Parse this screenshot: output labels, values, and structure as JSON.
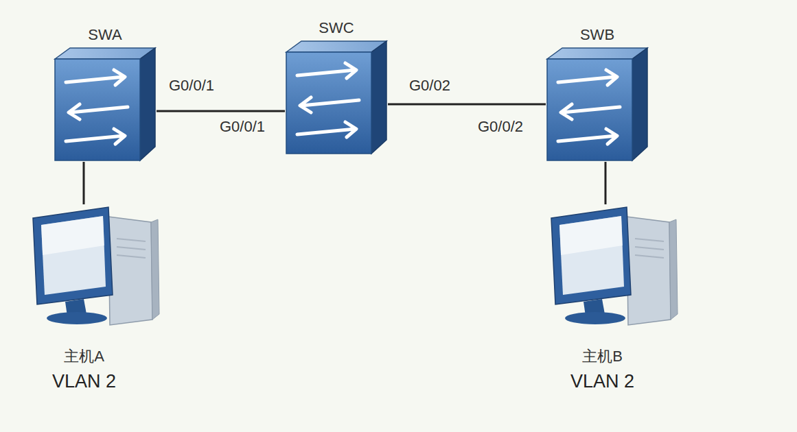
{
  "diagram": {
    "nodes": [
      {
        "text": [
          "SWA"
        ]
      },
      {
        "text": [
          "SWC"
        ]
      },
      {
        "text": [
          "SWB"
        ]
      },
      {
        "text": [
          "主机A",
          "VLAN 2"
        ]
      },
      {
        "text": [
          "主机B",
          "VLAN 2"
        ]
      }
    ],
    "edges": [
      {
        "from": 0,
        "to": 1,
        "arrow": "none"
      },
      {
        "from": 1,
        "to": 2,
        "arrow": "none"
      },
      {
        "from": 0,
        "to": 3,
        "arrow": "none"
      },
      {
        "from": 2,
        "to": 4,
        "arrow": "none"
      }
    ],
    "labels": [
      "G0/0/1",
      "G0/0/1",
      "G0/02",
      "G0/0/2"
    ]
  }
}
